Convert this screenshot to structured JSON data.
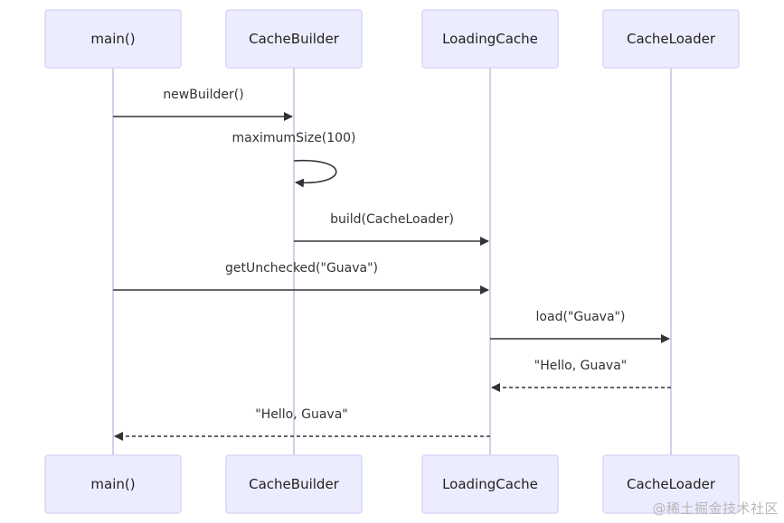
{
  "participants": [
    {
      "id": "main",
      "label": "main()"
    },
    {
      "id": "builder",
      "label": "CacheBuilder"
    },
    {
      "id": "cache",
      "label": "LoadingCache"
    },
    {
      "id": "loader",
      "label": "CacheLoader"
    }
  ],
  "messages": [
    {
      "from": "main",
      "to": "builder",
      "label": "newBuilder()",
      "style": "solid"
    },
    {
      "from": "builder",
      "to": "builder",
      "label": "maximumSize(100)",
      "style": "solid"
    },
    {
      "from": "builder",
      "to": "cache",
      "label": "build(CacheLoader)",
      "style": "solid"
    },
    {
      "from": "main",
      "to": "cache",
      "label": "getUnchecked(\"Guava\")",
      "style": "solid"
    },
    {
      "from": "cache",
      "to": "loader",
      "label": "load(\"Guava\")",
      "style": "solid"
    },
    {
      "from": "loader",
      "to": "cache",
      "label": "\"Hello, Guava\"",
      "style": "dashed"
    },
    {
      "from": "cache",
      "to": "main",
      "label": "\"Hello, Guava\"",
      "style": "dashed"
    }
  ],
  "colors": {
    "actor_fill": "#ececff",
    "actor_stroke": "#dcd6f7",
    "lifeline": "#d3d0ea",
    "message": "#333333",
    "watermark": "#b8b8b8"
  },
  "watermark": "@稀土掘金技术社区"
}
